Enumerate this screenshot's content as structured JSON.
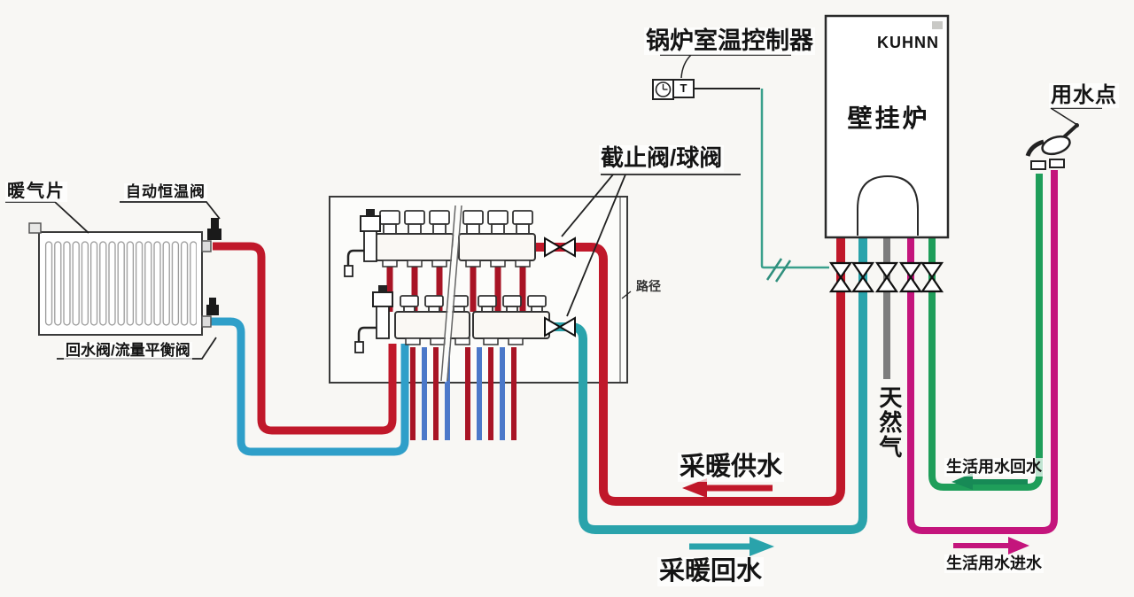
{
  "labels": {
    "radiator": "暖气片",
    "auto_thermostatic_valve": "自动恒温阀",
    "return_balance_valve": "回水阀/流量平衡阀",
    "stop_ball_valve": "截止阀/球阀",
    "room_thermostat": "锅炉室温控制器",
    "thermostat_t": "T",
    "boiler_brand": "KUHNN",
    "boiler": "壁挂炉",
    "water_point": "用水点",
    "path_note": "路径",
    "heating_supply": "采暖供水",
    "heating_return": "采暖回水",
    "natural_gas": "天然气",
    "dhw_return": "生活用水回水",
    "dhw_inlet": "生活用水进水"
  },
  "colors": {
    "heating_supply_red": "#c0182a",
    "heating_return_teal": "#2aa3ab",
    "radiator_return_blue": "#2f9fc9",
    "gas_gray": "#7d7d7d",
    "dhw_inlet_magenta": "#c4157c",
    "dhw_return_green": "#1f9e5a",
    "arrow_green": "#178a56",
    "control_line_teal": "#3aa08c",
    "manifold_red": "#a81425",
    "loop_blue": "#4b78c9"
  }
}
